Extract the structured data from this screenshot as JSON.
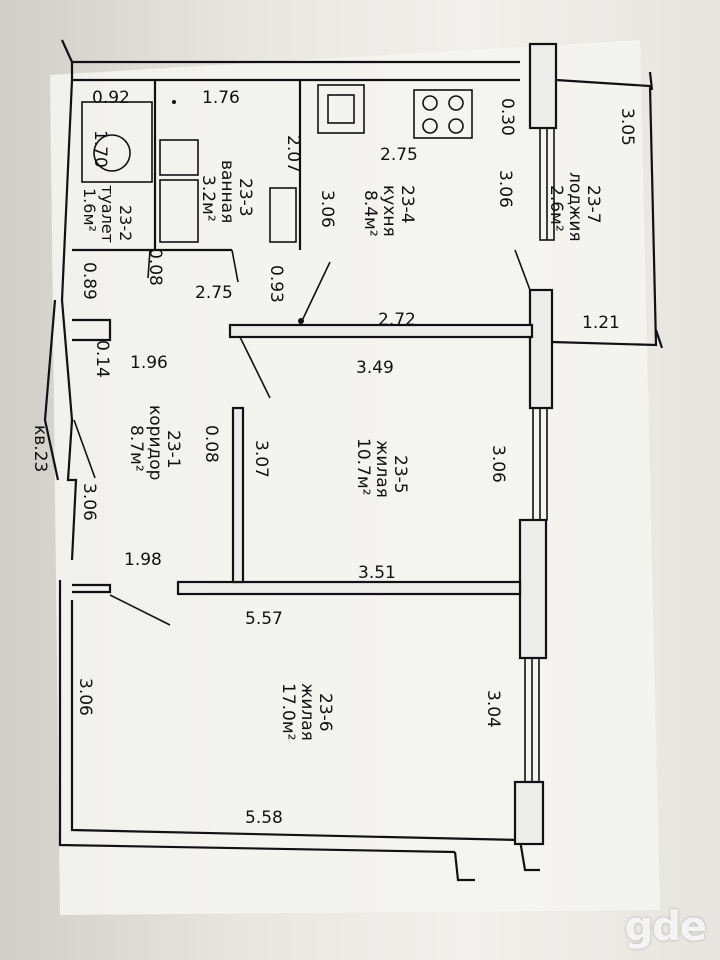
{
  "plan": {
    "dimensions": {
      "d_092": "0.92",
      "d_176": "1.76",
      "d_170": "1.70",
      "d_207": "2.07",
      "d_030": "0.30",
      "d_305": "3.05",
      "d_275_top": "2.75",
      "d_306_kitchen_r": "3.06",
      "d_306_bath": "3.06",
      "d_008_bath": "0.08",
      "d_275_mid": "2.75",
      "d_093": "0.93",
      "d_089": "0.89",
      "d_014": "0.14",
      "d_272": "2.72",
      "d_121": "1.21",
      "d_196": "1.96",
      "d_349": "3.49",
      "d_008_corr": "0.08",
      "d_307": "3.07",
      "d_306_r5": "3.06",
      "d_306_corr": "3.06",
      "d_198": "1.98",
      "d_351": "3.51",
      "d_557": "5.57",
      "d_306_r6": "3.06",
      "d_304": "3.04",
      "d_558": "5.58"
    },
    "rooms": {
      "r1": {
        "num": "23-1",
        "name": "коридор",
        "area": "8.7м²"
      },
      "r2": {
        "num": "23-2",
        "name": "туалет",
        "area": "1.6м²"
      },
      "r3": {
        "num": "23-3",
        "name": "ванная",
        "area": "3.2м²"
      },
      "r4": {
        "num": "23-4",
        "name": "кухня",
        "area": "8.4м²"
      },
      "r5": {
        "num": "23-5",
        "name": "жилая",
        "area": "10.7м²"
      },
      "r6": {
        "num": "23-6",
        "name": "жилая",
        "area": "17.0м²"
      },
      "r7": {
        "num": "23-7",
        "name": "лоджия",
        "area": "2.6м²"
      }
    },
    "apartment_label": "кв.23"
  },
  "watermark": "gde"
}
